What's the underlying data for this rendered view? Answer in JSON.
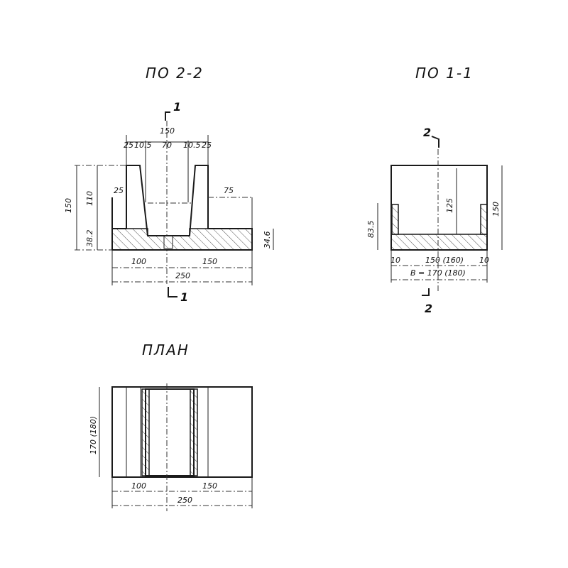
{
  "titles": {
    "section_2_2": "ПО 2-2",
    "section_1_1": "ПО 1-1",
    "plan": "ПЛАН"
  },
  "section_2_2": {
    "marker_top": "1",
    "marker_bottom": "1",
    "dims": {
      "top_total": "150",
      "top_parts": [
        "25",
        "10.5",
        "70",
        "10.5",
        "25"
      ],
      "height_total": "150",
      "height_upper": "110",
      "height_lower": "38.2",
      "left_step": "25",
      "right_step": "75",
      "right_base": "34.6",
      "bottom_left": "100",
      "bottom_right": "150",
      "bottom_total": "250"
    }
  },
  "section_1_1": {
    "marker_top": "2",
    "marker_bottom": "2",
    "dims": {
      "inner_height": "125",
      "height_total": "150",
      "side_height": "83.5",
      "bottom_left": "10",
      "bottom_mid": "150 (160)",
      "bottom_right": "10",
      "bottom_total": "В = 170 (180)"
    }
  },
  "plan": {
    "dims": {
      "height": "170 (180)",
      "bottom_left": "100",
      "bottom_right": "150",
      "bottom_total": "250"
    }
  }
}
